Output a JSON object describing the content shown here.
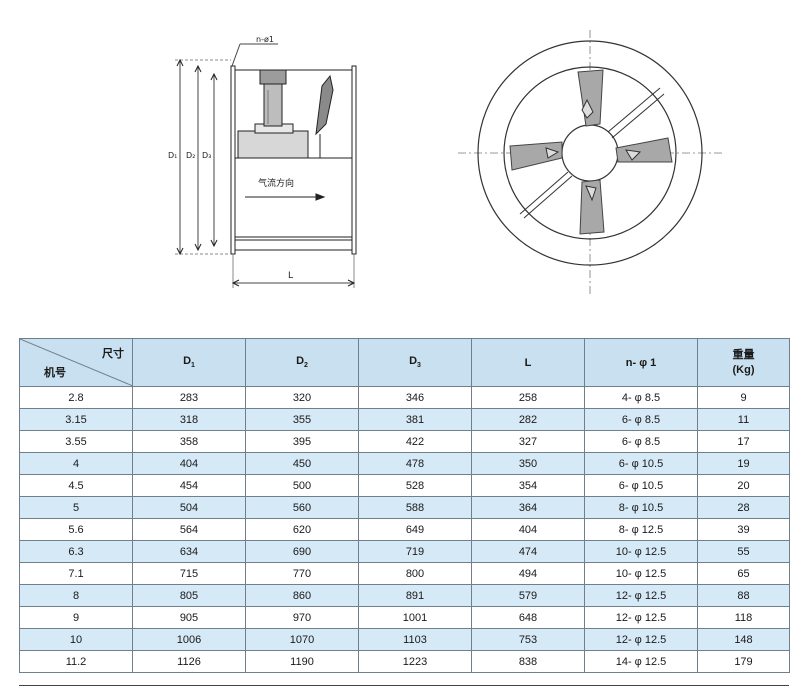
{
  "drawing": {
    "hole_label": "n-ø1",
    "flow_label": "气流方向",
    "dim_labels": {
      "d1": "D₁",
      "d2": "D₂",
      "d3": "D₃",
      "length": "L"
    }
  },
  "table": {
    "corner_top": "尺寸",
    "corner_bottom": "机号",
    "headers": [
      {
        "main": "D",
        "sub": "1"
      },
      {
        "main": "D",
        "sub": "2"
      },
      {
        "main": "D",
        "sub": "3"
      },
      {
        "main": "L",
        "sub": ""
      },
      {
        "main": "n- φ 1",
        "sub": ""
      }
    ],
    "weight_line1": "重量",
    "weight_line2": "(Kg)",
    "rows": [
      [
        "2.8",
        "283",
        "320",
        "346",
        "258",
        "4- φ 8.5",
        "9"
      ],
      [
        "3.15",
        "318",
        "355",
        "381",
        "282",
        "6- φ 8.5",
        "11"
      ],
      [
        "3.55",
        "358",
        "395",
        "422",
        "327",
        "6- φ 8.5",
        "17"
      ],
      [
        "4",
        "404",
        "450",
        "478",
        "350",
        "6- φ 10.5",
        "19"
      ],
      [
        "4.5",
        "454",
        "500",
        "528",
        "354",
        "6- φ 10.5",
        "20"
      ],
      [
        "5",
        "504",
        "560",
        "588",
        "364",
        "8- φ 10.5",
        "28"
      ],
      [
        "5.6",
        "564",
        "620",
        "649",
        "404",
        "8- φ 12.5",
        "39"
      ],
      [
        "6.3",
        "634",
        "690",
        "719",
        "474",
        "10- φ 12.5",
        "55"
      ],
      [
        "7.1",
        "715",
        "770",
        "800",
        "494",
        "10- φ 12.5",
        "65"
      ],
      [
        "8",
        "805",
        "860",
        "891",
        "579",
        "12- φ 12.5",
        "88"
      ],
      [
        "9",
        "905",
        "970",
        "1001",
        "648",
        "12- φ 12.5",
        "118"
      ],
      [
        "10",
        "1006",
        "1070",
        "1103",
        "753",
        "12- φ 12.5",
        "148"
      ],
      [
        "11.2",
        "1126",
        "1190",
        "1223",
        "838",
        "14- φ 12.5",
        "179"
      ]
    ]
  }
}
